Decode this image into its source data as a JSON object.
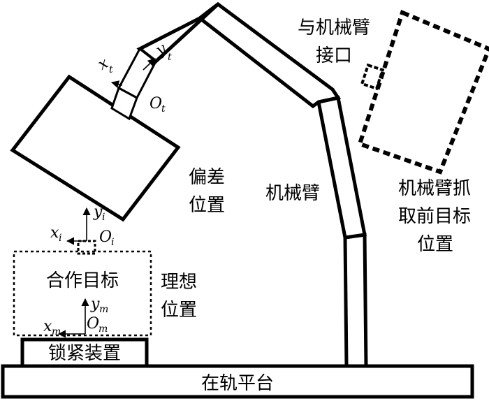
{
  "labels": {
    "platform": "在轨平台",
    "lock_device": "锁紧装置",
    "cooperative_target": "合作目标",
    "ideal_position_line1": "理想",
    "ideal_position_line2": "位置",
    "offset_position_line1": "偏差",
    "offset_position_line2": "位置",
    "robot_arm": "机械臂",
    "grasp_target_line1": "机械臂抓",
    "grasp_target_line2": "取前目标",
    "grasp_target_line3": "位置",
    "arm_interface_line1": "与机械臂",
    "arm_interface_line2": "接口"
  },
  "frames": {
    "tool": {
      "x": "x",
      "x_sub": "t",
      "y": "y",
      "y_sub": "t",
      "origin": "O",
      "origin_sub": "t"
    },
    "offset": {
      "x": "x",
      "x_sub": "i",
      "y": "y",
      "y_sub": "i",
      "origin": "O",
      "origin_sub": "i"
    },
    "ideal": {
      "x": "x",
      "x_sub": "m",
      "y": "y",
      "y_sub": "m",
      "origin": "O",
      "origin_sub": "m"
    }
  }
}
